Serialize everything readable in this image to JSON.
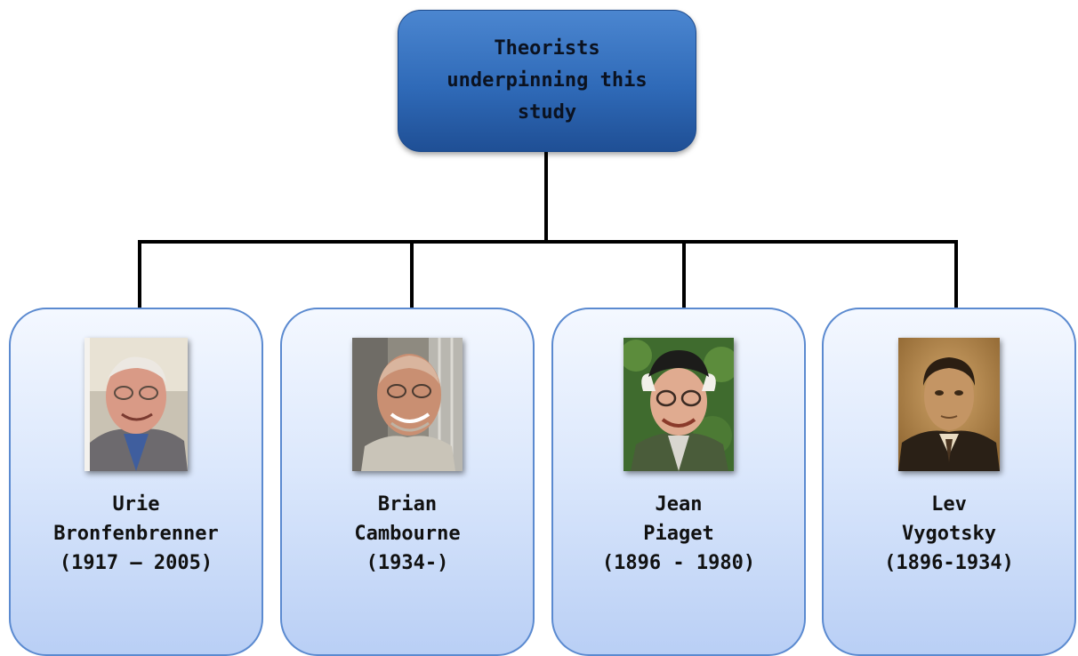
{
  "root": {
    "label": "Theorists underpinning this study"
  },
  "theorists": [
    {
      "first": "Urie",
      "last": "Bronfenbrenner",
      "years": "(1917 – 2005)",
      "photo": "portrait-photo"
    },
    {
      "first": "Brian",
      "last": "Cambourne",
      "years": "(1934-)",
      "photo": "portrait-photo"
    },
    {
      "first": "Jean",
      "last": "Piaget",
      "years": "(1896 - 1980)",
      "photo": "portrait-photo"
    },
    {
      "first": "Lev",
      "last": "Vygotsky",
      "years": "(1896-1934)",
      "photo": "portrait-photo"
    }
  ],
  "colors": {
    "root_fill": "#2f6ab8",
    "child_fill": "#dce8fc",
    "child_border": "#5b8ad0",
    "connector": "#000000"
  }
}
